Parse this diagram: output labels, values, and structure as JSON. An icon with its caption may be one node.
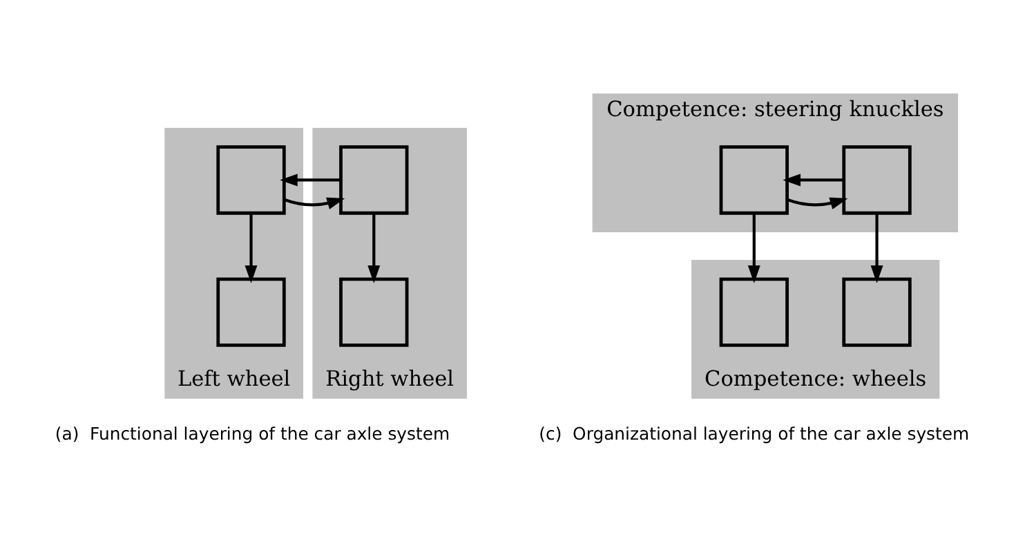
{
  "diagram": {
    "nodes": [
      {
        "text": [
          "Left wheel"
        ]
      },
      {
        "text": [],
        "shape": "box",
        "in": 0
      },
      {
        "text": [],
        "shape": "box",
        "in": 0
      },
      {
        "text": [
          "Right wheel"
        ]
      },
      {
        "text": [],
        "shape": "box",
        "in": 3
      },
      {
        "text": [],
        "shape": "box",
        "in": 3
      },
      {
        "text": [
          "Competence: steering knuckles"
        ]
      },
      {
        "text": [],
        "shape": "box",
        "in": 6
      },
      {
        "text": [],
        "shape": "box",
        "in": 6
      },
      {
        "text": [
          "Competence: wheels"
        ]
      },
      {
        "text": [],
        "shape": "box",
        "in": 9
      },
      {
        "text": [],
        "shape": "box",
        "in": 9
      }
    ],
    "edges": [
      {
        "from": 1,
        "to": 4,
        "arrow": "to"
      },
      {
        "from": 4,
        "to": 1,
        "arrow": "to"
      },
      {
        "from": 1,
        "to": 2,
        "arrow": "to"
      },
      {
        "from": 4,
        "to": 5,
        "arrow": "to"
      },
      {
        "from": 7,
        "to": 8,
        "arrow": "to"
      },
      {
        "from": 8,
        "to": 7,
        "arrow": "to"
      },
      {
        "from": 7,
        "to": 10,
        "arrow": "to"
      },
      {
        "from": 8,
        "to": 11,
        "arrow": "to"
      }
    ],
    "labels": [
      "(a)  Functional layering of the car axle system",
      "(c)  Organizational layering of the car axle system"
    ]
  }
}
